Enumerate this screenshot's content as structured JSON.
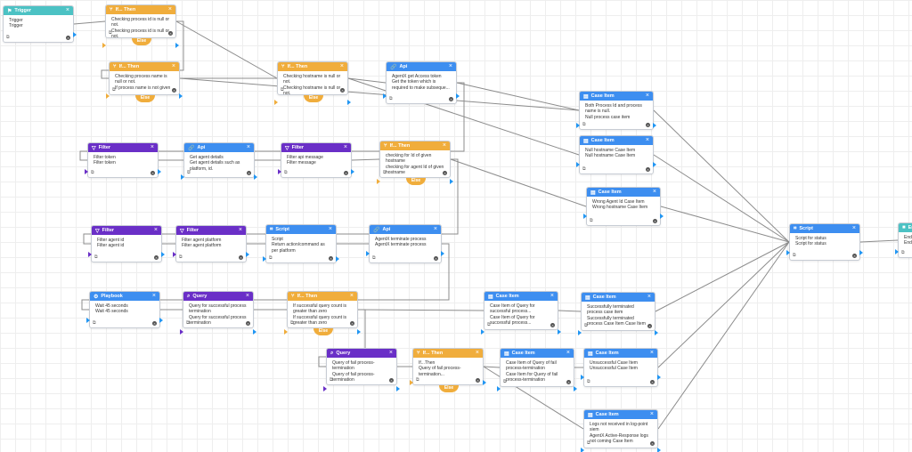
{
  "colors": {
    "trigger": "#4cc2c4",
    "condition": "#f0ad3c",
    "api": "#3d8ef0",
    "filter": "#6a2fc7",
    "query": "#6a2fc7",
    "edge": "#8c8c8c"
  },
  "nodes": [
    {
      "id": "trigger",
      "kind": "trigger",
      "icon": "trigger-icon",
      "title": "Trigger",
      "lines": [
        "Trigger",
        "Trigger"
      ]
    },
    {
      "id": "c1",
      "kind": "cond",
      "icon": "branch-icon",
      "title": "If... Then",
      "lines": [
        "Checking process id is null or not.",
        "Checking process id is null or not."
      ],
      "else": "Else"
    },
    {
      "id": "c2",
      "kind": "cond",
      "icon": "branch-icon",
      "title": "If... Then",
      "lines": [
        "Checking process name is null or not.",
        "If process name is not given"
      ],
      "else": "Else"
    },
    {
      "id": "c3",
      "kind": "cond",
      "icon": "branch-icon",
      "title": "If... Then",
      "lines": [
        "Checking hostname is null or not.",
        "Checking hostname is null or not."
      ],
      "else": "Else"
    },
    {
      "id": "api1",
      "kind": "api",
      "icon": "link-icon",
      "title": "Api",
      "lines": [
        "AgentX get Access token",
        "Get the token which is required to make subseque..."
      ]
    },
    {
      "id": "ci1",
      "kind": "caseitem",
      "icon": "case-icon",
      "title": "Case Item",
      "lines": [
        "Both Process Id and process name is null.",
        "Null process case item"
      ]
    },
    {
      "id": "f1",
      "kind": "filter",
      "icon": "filter-icon",
      "title": "Filter",
      "lines": [
        "Filter token",
        "Filter token"
      ]
    },
    {
      "id": "api2",
      "kind": "api",
      "icon": "link-icon",
      "title": "Api",
      "lines": [
        "Get agent details",
        "Get agent details such as platform, id."
      ]
    },
    {
      "id": "f2",
      "kind": "filter",
      "icon": "filter-icon",
      "title": "Filter",
      "lines": [
        "Filter api message",
        "Filter message"
      ]
    },
    {
      "id": "c4",
      "kind": "cond",
      "icon": "branch-icon",
      "title": "If... Then",
      "lines": [
        "checking for Id of given hostname",
        "checking for agent Id of given hostname"
      ],
      "else": "Else"
    },
    {
      "id": "ci2",
      "kind": "caseitem",
      "icon": "case-icon",
      "title": "Case Item",
      "lines": [
        "Null hostname Case Item",
        "Null hostname Case Item"
      ]
    },
    {
      "id": "ci3",
      "kind": "caseitem",
      "icon": "case-icon",
      "title": "Case Item",
      "lines": [
        "Wrong Agent Id Case Item",
        "Wrong hostname Case Item"
      ]
    },
    {
      "id": "f3",
      "kind": "filter",
      "icon": "filter-icon",
      "title": "Filter",
      "lines": [
        "Filter agent id",
        "Filter agent id"
      ]
    },
    {
      "id": "f4",
      "kind": "filter",
      "icon": "filter-icon",
      "title": "Filter",
      "lines": [
        "Filter agent platform",
        "Filter agent platform"
      ]
    },
    {
      "id": "s1",
      "kind": "script",
      "icon": "code-icon",
      "title": "Script",
      "lines": [
        "Script",
        "Return action/command as per platform"
      ]
    },
    {
      "id": "api3",
      "kind": "api",
      "icon": "link-icon",
      "title": "Api",
      "lines": [
        "AgentX terminate process",
        "AgentX terminate process"
      ]
    },
    {
      "id": "s2",
      "kind": "script",
      "icon": "code-icon",
      "title": "Script",
      "lines": [
        "Script for status",
        "Script for status"
      ]
    },
    {
      "id": "end",
      "kind": "end",
      "icon": "end-icon",
      "title": "End",
      "lines": [
        "End",
        "End"
      ]
    },
    {
      "id": "pb",
      "kind": "playbook",
      "icon": "playbook-icon",
      "title": "Playbook",
      "lines": [
        "Wait 45 seconds",
        "Wait 45 seconds"
      ]
    },
    {
      "id": "q1",
      "kind": "query",
      "icon": "search-icon",
      "title": "Query",
      "lines": [
        "Query for successful process termination",
        "Query for successful process termination"
      ]
    },
    {
      "id": "c5",
      "kind": "cond",
      "icon": "branch-icon",
      "title": "If... Then",
      "lines": [
        "If successful query count is greater than zero",
        "If successful query count is greater than zero"
      ],
      "else": "Else"
    },
    {
      "id": "ci4",
      "kind": "caseitem",
      "icon": "case-icon",
      "title": "Case Item",
      "lines": [
        "Case Item of Query for successful process...",
        "Case Item of Query for successful process..."
      ]
    },
    {
      "id": "ci5",
      "kind": "caseitem",
      "icon": "case-icon",
      "title": "Case Item",
      "lines": [
        "Successfully terminated process case item",
        "Successfully terminated process Case Item Case Item"
      ]
    },
    {
      "id": "q2",
      "kind": "query",
      "icon": "search-icon",
      "title": "Query",
      "lines": [
        "Query of fail process-termination",
        "Query of fail process-termination"
      ]
    },
    {
      "id": "c6",
      "kind": "cond",
      "icon": "branch-icon",
      "title": "If... Then",
      "lines": [
        "If...Then",
        "Query of fail process-termination..."
      ],
      "else": "Else"
    },
    {
      "id": "ci6",
      "kind": "caseitem",
      "icon": "case-icon",
      "title": "Case Item",
      "lines": [
        "Case Item of Query of fail process-termination",
        "Case Item for Query of fail process-termination"
      ]
    },
    {
      "id": "ci7",
      "kind": "caseitem",
      "icon": "case-icon",
      "title": "Case Item",
      "lines": [
        "Unsuccessful Case Item",
        "Unsuccessful Case Item"
      ]
    },
    {
      "id": "ci8",
      "kind": "caseitem",
      "icon": "case-icon",
      "title": "Case Item",
      "lines": [
        "Logs not received in log-point siem",
        "AgentX Active-Response logs not coming Case Item"
      ]
    }
  ],
  "edges": [
    [
      "trigger",
      "c1"
    ],
    [
      "c1",
      "c2"
    ],
    [
      "c1",
      "c3"
    ],
    [
      "c2",
      "c3"
    ],
    [
      "c2",
      "ci1"
    ],
    [
      "c3",
      "api1"
    ],
    [
      "c3",
      "ci2"
    ],
    [
      "api1",
      "ci1"
    ],
    [
      "api1",
      "f1"
    ],
    [
      "f1",
      "api2"
    ],
    [
      "api2",
      "f2"
    ],
    [
      "f2",
      "c4"
    ],
    [
      "c4",
      "ci3"
    ],
    [
      "c4",
      "f3"
    ],
    [
      "f3",
      "f4"
    ],
    [
      "f4",
      "s1"
    ],
    [
      "s1",
      "api3"
    ],
    [
      "api3",
      "pb"
    ],
    [
      "pb",
      "q1"
    ],
    [
      "q1",
      "c5"
    ],
    [
      "c5",
      "ci4"
    ],
    [
      "c5",
      "q2"
    ],
    [
      "ci4",
      "ci5"
    ],
    [
      "q2",
      "c6"
    ],
    [
      "c6",
      "ci6"
    ],
    [
      "c6",
      "ci8"
    ],
    [
      "ci6",
      "ci7"
    ],
    [
      "ci1",
      "s2"
    ],
    [
      "ci2",
      "s2"
    ],
    [
      "ci3",
      "s2"
    ],
    [
      "ci5",
      "s2"
    ],
    [
      "ci7",
      "s2"
    ],
    [
      "ci8",
      "s2"
    ],
    [
      "s2",
      "end"
    ]
  ]
}
